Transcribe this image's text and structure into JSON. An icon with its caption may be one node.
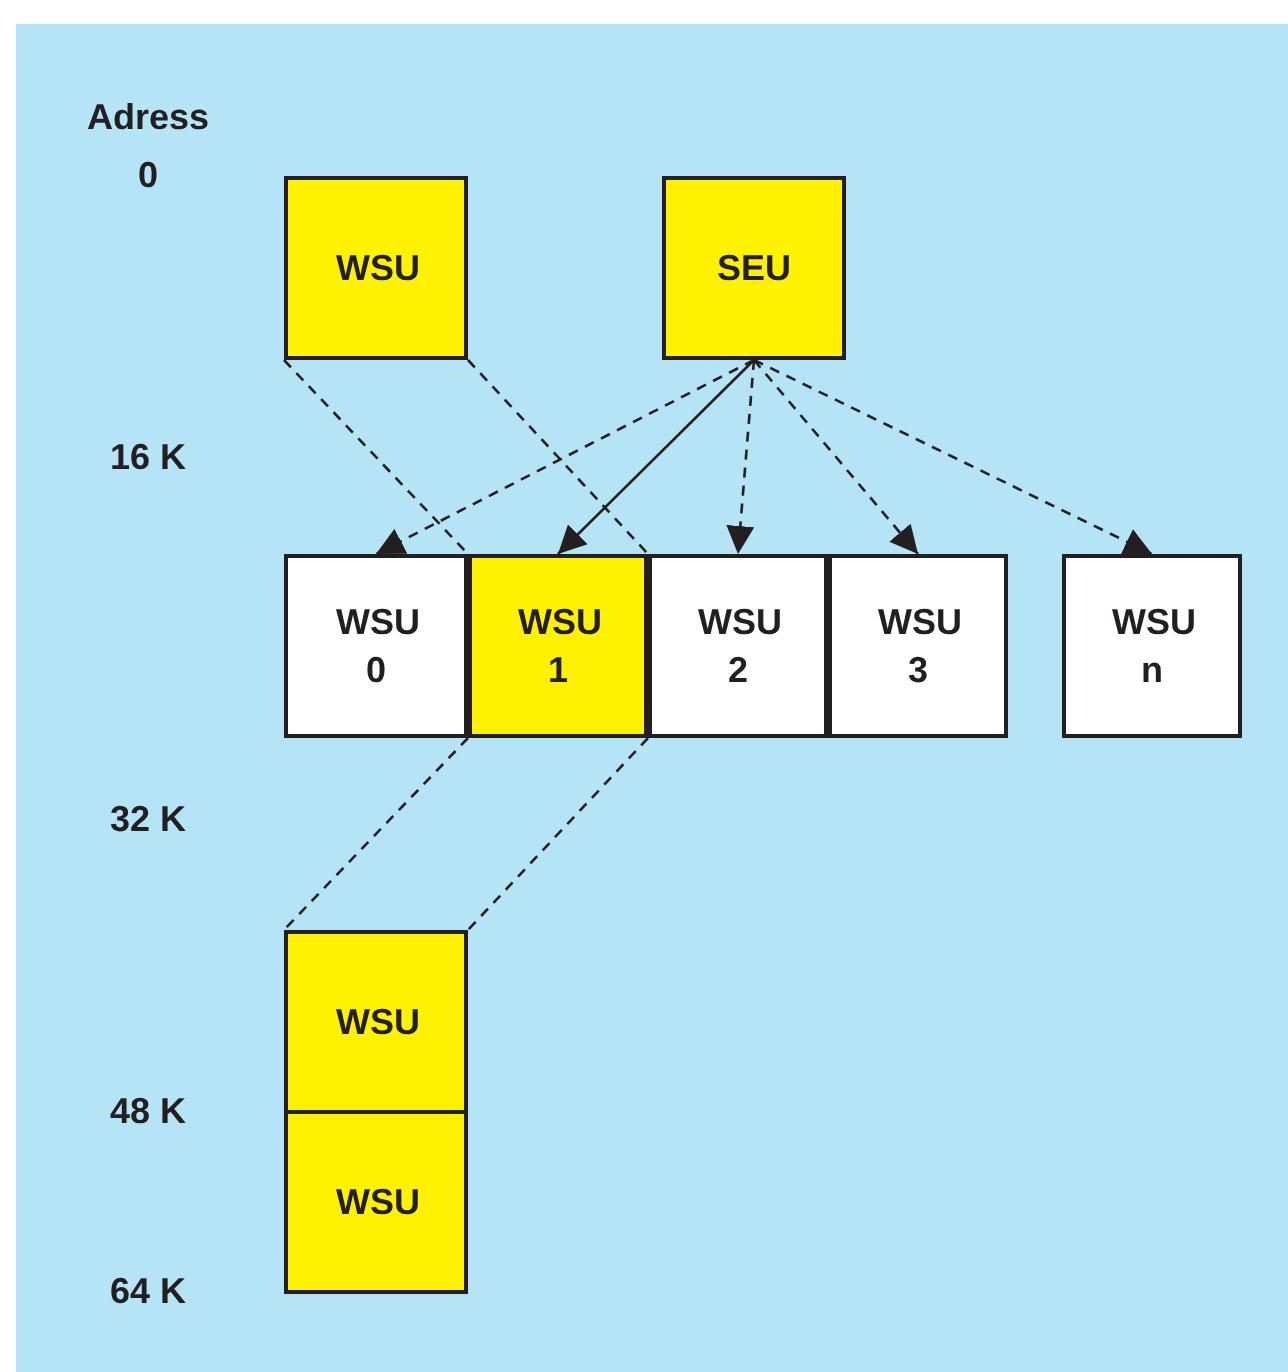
{
  "diagram": {
    "nodes": [
      {
        "text": [
          "WSU"
        ]
      },
      {
        "text": [
          "SEU"
        ]
      },
      {
        "text": [
          "WSU 0"
        ]
      },
      {
        "text": [
          "WSU 1"
        ]
      },
      {
        "text": [
          "WSU 2"
        ]
      },
      {
        "text": [
          "WSU 3"
        ]
      },
      {
        "text": [
          "WSU n"
        ]
      },
      {
        "text": [
          "WSU"
        ]
      },
      {
        "text": [
          "WSU"
        ]
      }
    ],
    "edges": [
      {
        "from": 1,
        "to": 2,
        "arrow": "to",
        "style": "dashed"
      },
      {
        "from": 1,
        "to": 3,
        "arrow": "to"
      },
      {
        "from": 1,
        "to": 4,
        "arrow": "to",
        "style": "dashed"
      },
      {
        "from": 1,
        "to": 5,
        "arrow": "to",
        "style": "dashed"
      },
      {
        "from": 1,
        "to": 6,
        "arrow": "to",
        "style": "dashed"
      },
      {
        "from": 0,
        "to": 3,
        "arrow": "none",
        "style": "dashed"
      },
      {
        "from": 0,
        "to": 3,
        "arrow": "none",
        "style": "dashed"
      },
      {
        "from": 3,
        "to": 7,
        "arrow": "none",
        "style": "dashed"
      },
      {
        "from": 3,
        "to": 7,
        "arrow": "none",
        "style": "dashed"
      }
    ],
    "labels": [
      "Adress",
      "0",
      "16 K",
      "32 K",
      "48 K",
      "64 K"
    ]
  }
}
